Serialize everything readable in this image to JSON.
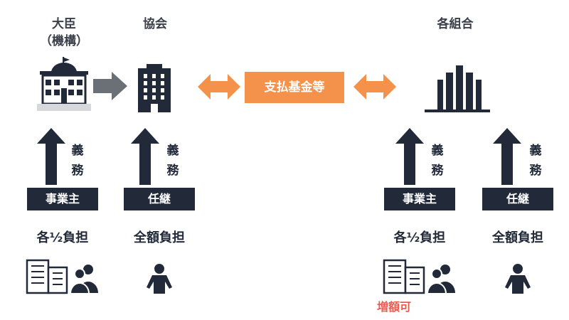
{
  "headers": {
    "minister_line1": "大臣",
    "minister_line2": "（機構）",
    "association": "協会",
    "funds": "各組合"
  },
  "center_label": "支払基金等",
  "duty_chars": [
    "義",
    "務"
  ],
  "left": {
    "employer_label": "事業主",
    "successor_label": "任継",
    "employer_burden": "各½負担",
    "successor_burden": "全額負担"
  },
  "right": {
    "employer_label": "事業主",
    "successor_label": "任継",
    "employer_burden": "各½負担",
    "successor_burden": "全額負担",
    "increase_note": "増額可"
  },
  "colors": {
    "navy": "#222a3a",
    "gray": "#6b6f76",
    "orange": "#f4914a",
    "red": "#ef5a50"
  },
  "icons": [
    "government-building-icon",
    "office-building-icon",
    "city-buildings-icon",
    "people-group-icon",
    "person-icon"
  ]
}
